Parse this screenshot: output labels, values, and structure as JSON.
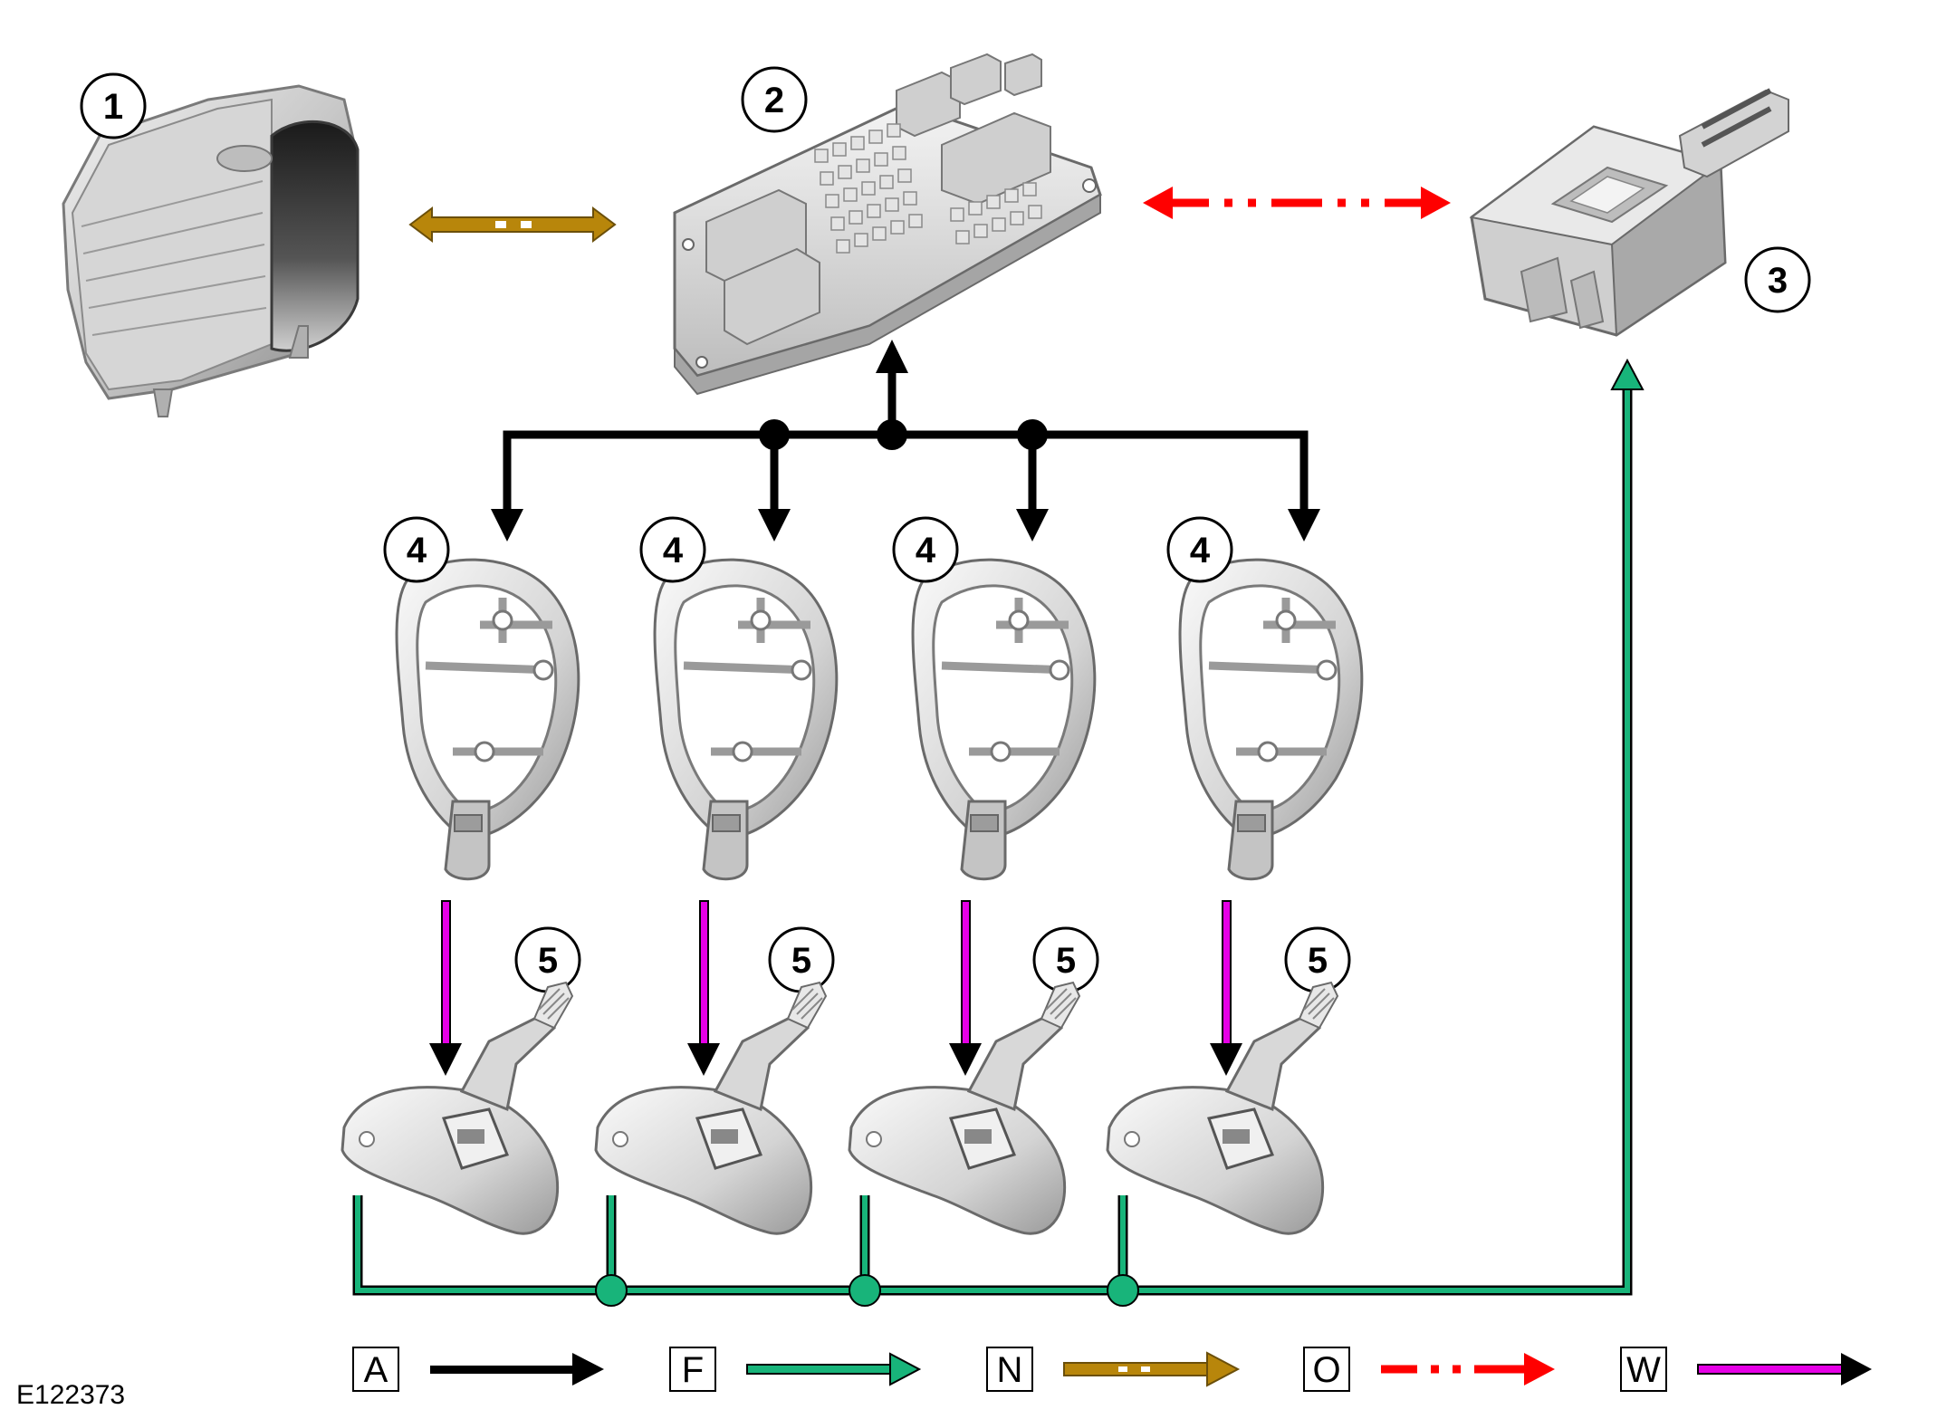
{
  "diagram_id": "E122373",
  "colors": {
    "hardwired": "#000000",
    "rf_transmission": "#18b47a",
    "can_medium": "#b8860b",
    "can_high": "#ff0000",
    "lf_transmission": "#e600e6",
    "component_dark": "#5a5a5a",
    "component_mid": "#a8a8a8",
    "component_light": "#e6e6e6"
  },
  "components": {
    "instrument_cluster": {
      "number": "1"
    },
    "central_junction_box": {
      "number": "2"
    },
    "rf_receiver": {
      "number": "3"
    },
    "initiators": [
      {
        "number": "4"
      },
      {
        "number": "4"
      },
      {
        "number": "4"
      },
      {
        "number": "4"
      }
    ],
    "tpms_sensors": [
      {
        "number": "5"
      },
      {
        "number": "5"
      },
      {
        "number": "5"
      },
      {
        "number": "5"
      }
    ]
  },
  "legend": [
    {
      "key": "A",
      "style": "solid",
      "color": "#000000",
      "icon": "arrow-hardwired-icon"
    },
    {
      "key": "F",
      "style": "outline",
      "color": "#18b47a",
      "icon": "arrow-rf-icon"
    },
    {
      "key": "N",
      "style": "outline-dashed",
      "color": "#b8860b",
      "icon": "arrow-medium-can-icon"
    },
    {
      "key": "O",
      "style": "dash-dot",
      "color": "#ff0000",
      "icon": "arrow-high-can-icon"
    },
    {
      "key": "W",
      "style": "solid",
      "color": "#e600e6",
      "icon": "arrow-lf-icon"
    }
  ]
}
